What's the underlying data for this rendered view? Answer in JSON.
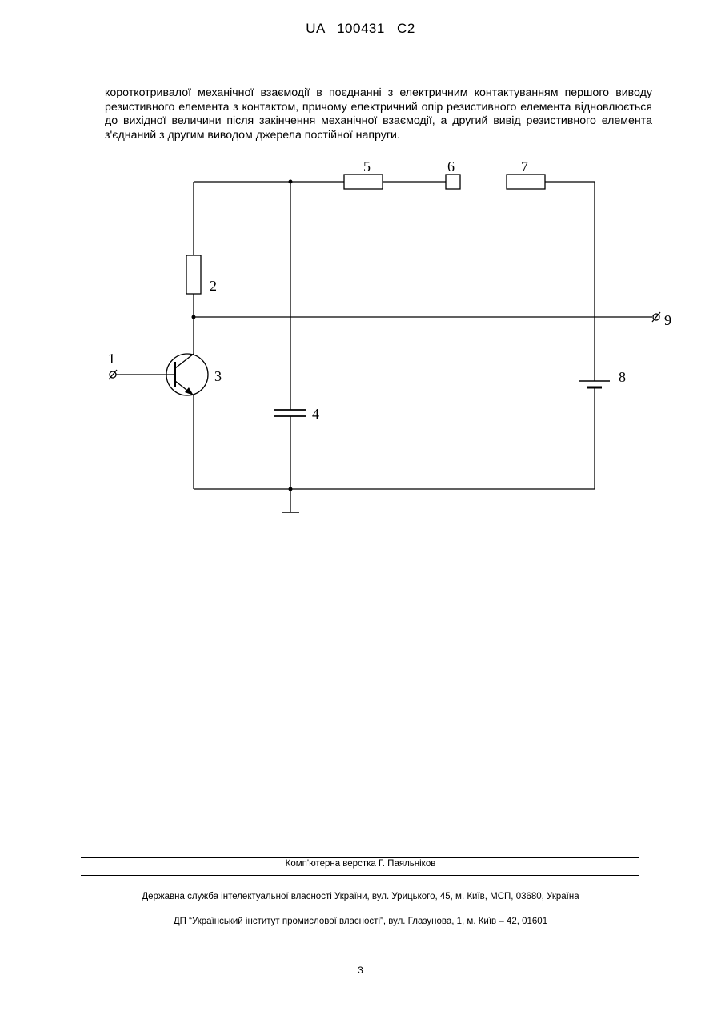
{
  "header": {
    "patent_code": "UA   100431   C2"
  },
  "body": {
    "paragraph": "короткотривалої механічної взаємодії в поєднанні з електричним контактуванням першого виводу резистивного елемента з контактом, причому електричний опір резистивного елемента відновлюється до вихідної величини після закінчення механічної взаємодії, а другий вивід резистивного елемента з'єднаний з другим виводом джерела постійної напруги."
  },
  "diagram": {
    "labels": {
      "input_terminal": "1",
      "resistor_2": "2",
      "transistor_3": "3",
      "capacitor_4": "4",
      "resistor_5": "5",
      "contact_6": "6",
      "resistive_element_7": "7",
      "dc_source_8": "8",
      "output_terminal_9": "9"
    }
  },
  "footer": {
    "typesetting": "Комп'ютерна верстка Г. Паяльніков",
    "agency": "Державна служба інтелектуальної власності України, вул. Урицького, 45, м. Київ, МСП, 03680, Україна",
    "institute": "ДП “Український інститут промислової власності”, вул. Глазунова, 1, м. Київ – 42, 01601"
  },
  "page_number": "3"
}
